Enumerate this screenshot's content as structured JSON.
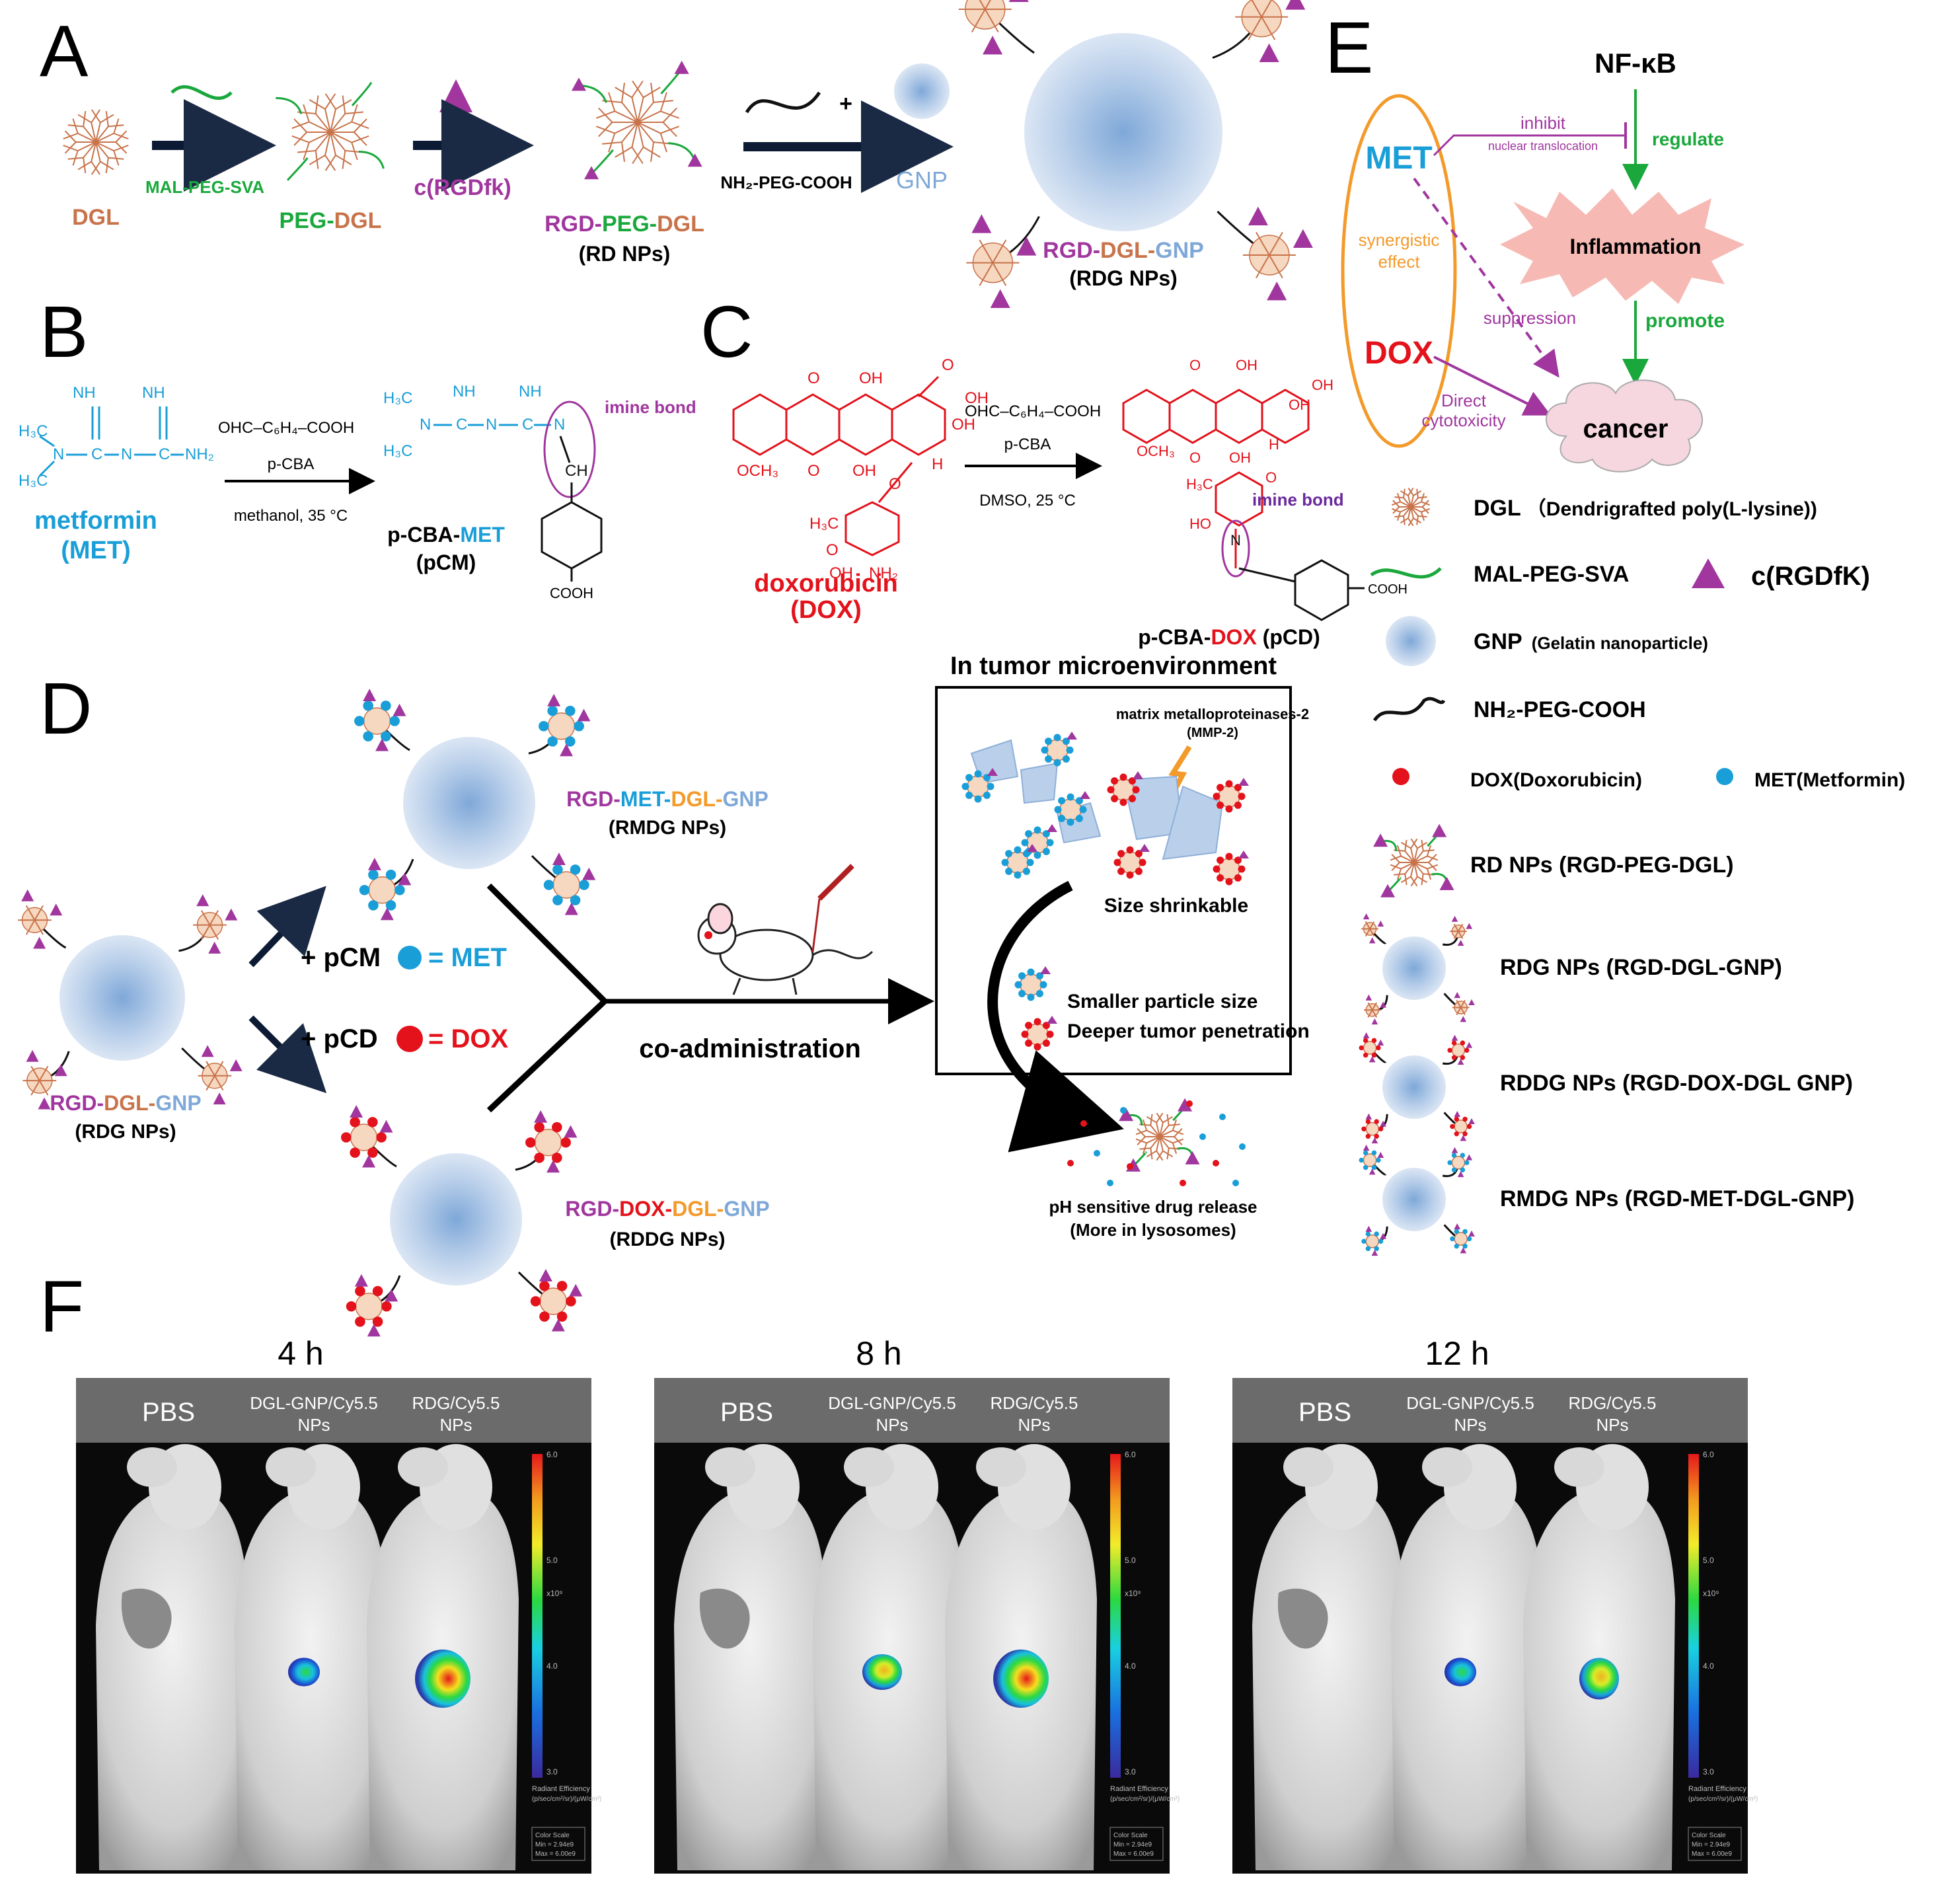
{
  "colors": {
    "dgl": "#c8734a",
    "peg": "#1aa83c",
    "rgd": "#a0369e",
    "met": "#1a9ed8",
    "dox": "#e3121b",
    "gnp": "#7fa8d8",
    "e_orange": "#f39a2b",
    "e_green": "#1aa83c"
  },
  "panels": {
    "A": {
      "letter": "A",
      "dgl": "DGL",
      "mal_peg_sva": "MAL-PEG-SVA",
      "peg_dgl": [
        "PEG",
        "-",
        "DGL"
      ],
      "crgdfk": "c(RGDfk)",
      "rd_name": [
        "RGD",
        "-",
        "PEG",
        "-",
        "DGL"
      ],
      "rd_abbr": "(RD NPs)",
      "nh2_peg_cooh": "NH₂-PEG-COOH",
      "plus": "+",
      "gnp": "GNP",
      "rdg_name": [
        "RGD",
        "-",
        "DGL",
        "-",
        "GNP"
      ],
      "rdg_abbr": "(RDG NPs)"
    },
    "B": {
      "letter": "B",
      "reagent": "OHC–C₆H₄–COOH",
      "pcba": "p-CBA",
      "conditions": "methanol, 35 °C",
      "met_name": "metformin",
      "met_abbr": "(MET)",
      "product": [
        "p-CBA-",
        "MET"
      ],
      "product_abbr": "(pCM)",
      "imine": "imine bond",
      "h3c": "H₃C",
      "nh": "NH",
      "nh2": "NH₂",
      "n": "N",
      "c": "C",
      "ch": "CH",
      "cooh": "COOH"
    },
    "C": {
      "letter": "C",
      "reagent": "OHC–C₆H₄–COOH",
      "pcba": "p-CBA",
      "conditions": "DMSO, 25 °C",
      "dox_name": "doxorubicin",
      "dox_abbr": "(DOX)",
      "product": [
        "p-CBA-",
        "DOX",
        " (pCD)"
      ],
      "imine": "imine bond",
      "och3": "OCH₃",
      "oh": "OH",
      "o": "O",
      "h": "H",
      "nh2": "NH₂",
      "h3c": "H₃C",
      "ho": "HO",
      "n": "N",
      "cooh": "COOH"
    },
    "D": {
      "letter": "D",
      "rdg_name": [
        "RGD",
        "-",
        "DGL",
        "-",
        "GNP"
      ],
      "rdg_abbr": "(RDG NPs)",
      "pcm": "+ pCM",
      "eq_met": "= MET",
      "pcd": "+ pCD",
      "eq_dox": "= DOX",
      "rmdg_name": [
        "RGD",
        "-",
        "MET",
        "-",
        "DGL",
        "-",
        "GNP"
      ],
      "rmdg_abbr": "(RMDG NPs)",
      "rddg_name": [
        "RGD",
        "-",
        "DOX",
        "-",
        "DGL",
        "-",
        "GNP"
      ],
      "rddg_abbr": "(RDDG NPs)",
      "coadmin": "co-administration",
      "tumor_title": "In tumor microenvironment",
      "mmp_1": "matrix metalloproteinases-2",
      "mmp_2": "(MMP-2)",
      "shrink": "Size shrinkable",
      "smaller": "Smaller particle size",
      "deeper": "Deeper tumor penetration",
      "release_1": "pH sensitive drug release",
      "release_2": "(More in lysosomes)"
    },
    "E": {
      "letter": "E",
      "nfkb": "NF-κB",
      "met": "MET",
      "dox": "DOX",
      "synergistic": "synergistic",
      "effect": "effect",
      "inhibit": "inhibit",
      "nuclear": "nuclear translocation",
      "regulate": "regulate",
      "inflammation": "Inflammation",
      "promote": "promote",
      "suppression": "suppression",
      "direct_1": "Direct",
      "direct_2": "cytotoxicity",
      "cancer": "cancer"
    },
    "legend": [
      {
        "label": "DGL",
        "sub": "（Dendrigrafted poly(L-lysine))"
      },
      {
        "label": "MAL-PEG-SVA"
      },
      {
        "label": "c(RGDfK)"
      },
      {
        "label": "GNP",
        "sub": "(Gelatin nanoparticle)"
      },
      {
        "label": "NH₂-PEG-COOH"
      },
      {
        "label": "DOX(Doxorubicin)"
      },
      {
        "label": "MET(Metformin)"
      },
      {
        "label": "RD NPs (RGD-PEG-DGL)"
      },
      {
        "label": "RDG NPs (RGD-DGL-GNP)"
      },
      {
        "label": "RDDG NPs (RGD-DOX-DGL GNP)"
      },
      {
        "label": "RMDG NPs (RGD-MET-DGL-GNP)"
      }
    ],
    "F": {
      "letter": "F",
      "timepoints": [
        "4 h",
        "8 h",
        "12 h"
      ],
      "header": {
        "pbs": "PBS",
        "dgl_gnp": [
          "DGL-GNP/Cy5.5",
          "NPs"
        ],
        "rdg": [
          "RDG/Cy5.5",
          "NPs"
        ]
      },
      "colorbar_ticks": [
        "6.0",
        "5.0",
        "4.0",
        "3.0"
      ],
      "colorbar_unit": "x10⁹",
      "radiant_1": "Radiant Efficiency",
      "radiant_2": "(p/sec/cm²/sr)/(μW/cm²)",
      "colorscale_1": "Color Scale",
      "colorscale_2": "Min = 2.94e9",
      "colorscale_3": "Max = 6.00e9",
      "signal": [
        {
          "time": "4 h",
          "dgl_gnp": "low",
          "rdg": "high"
        },
        {
          "time": "8 h",
          "dgl_gnp": "medium",
          "rdg": "high"
        },
        {
          "time": "12 h",
          "dgl_gnp": "low",
          "rdg": "medium"
        }
      ]
    }
  }
}
